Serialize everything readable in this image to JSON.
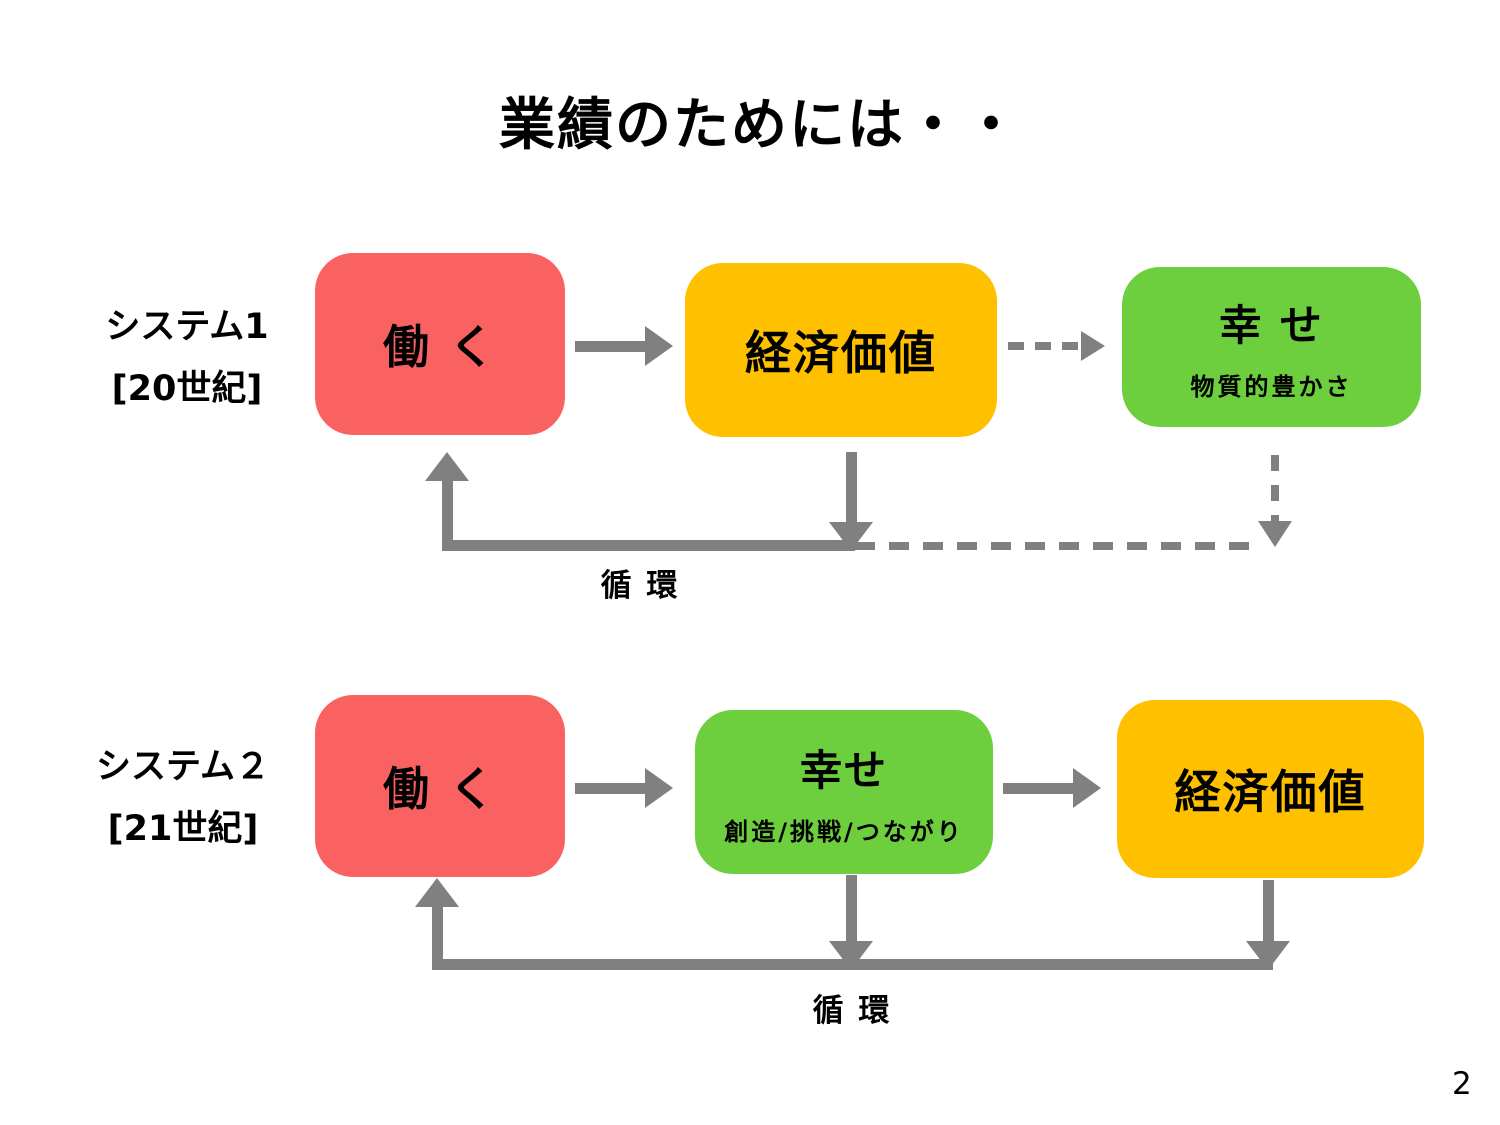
{
  "title": "業績のためには・・",
  "page_number": "2",
  "colors": {
    "box_red": "#FA6262",
    "box_yellow": "#FFC000",
    "box_green": "#6DCE3E",
    "arrow_gray": "#808080",
    "text": "#000000",
    "background": "#FFFFFF"
  },
  "system1": {
    "label_line1": "システム1",
    "label_line2": "[20世紀]",
    "boxes": [
      {
        "label": "働 く",
        "color": "#FA6262"
      },
      {
        "label": "経済価値",
        "color": "#FFC000"
      },
      {
        "label": "幸 せ",
        "sublabel": "物質的豊かさ",
        "color": "#6DCE3E"
      }
    ],
    "cycle_label": "循 環"
  },
  "system2": {
    "label_line1": "システム２",
    "label_line2": "[21世紀]",
    "boxes": [
      {
        "label": "働 く",
        "color": "#FA6262"
      },
      {
        "label": "幸せ",
        "sublabel": "創造/挑戦/つながり",
        "color": "#6DCE3E"
      },
      {
        "label": "経済価値",
        "color": "#FFC000"
      }
    ],
    "cycle_label": "循 環"
  }
}
